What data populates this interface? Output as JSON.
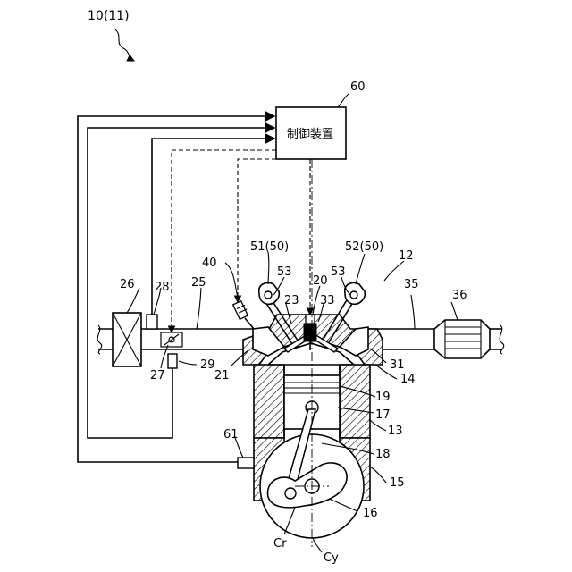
{
  "figure_ref": "10(11)",
  "controller": {
    "ref": "60",
    "label": "制御装置"
  },
  "labels": {
    "system": "12",
    "piston": "17",
    "connecting_rod": "18",
    "combustion_chamber": "19",
    "spark_plug": "20",
    "intake_port": "21",
    "intake_valve": "23",
    "intake_pipe": "25",
    "air_cleaner": "26",
    "throttle": "27",
    "airflow_sensor": "28",
    "throttle_sensor": "29",
    "exhaust_port": "31",
    "exhaust_valve": "33",
    "exhaust_pipe": "35",
    "catalyst": "36",
    "injector": "40",
    "intake_vvt": "51(50)",
    "exhaust_vvt": "52(50)",
    "cam_left": "53",
    "cam_right": "53",
    "crank_sensor": "61",
    "cylinder_block": "13",
    "cylinder_head": "14",
    "crankcase": "15",
    "crankshaft": "16",
    "crank_axis": "Cr",
    "cylinder_axis": "Cy"
  }
}
